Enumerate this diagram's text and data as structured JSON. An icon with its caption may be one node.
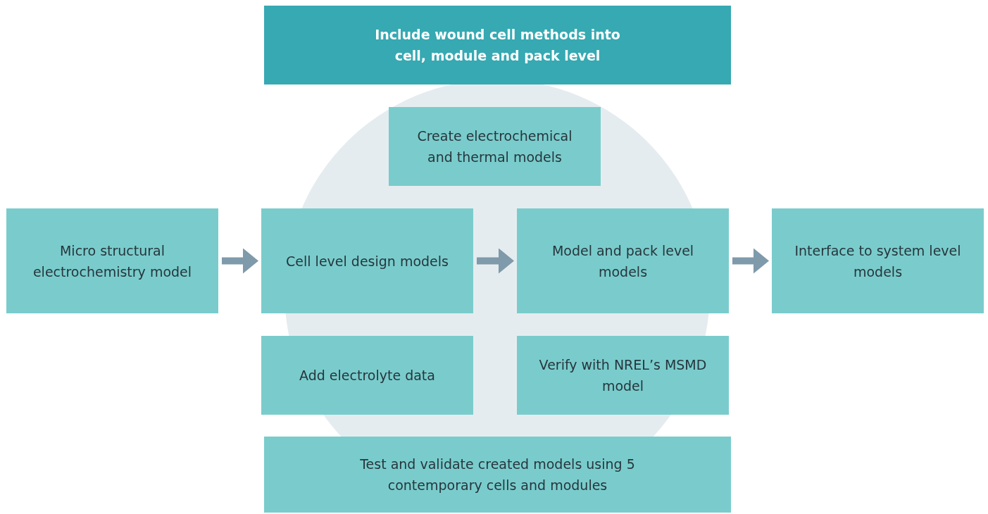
{
  "diagram": {
    "nodes": [
      {
        "text": [
          "Include wound cell methods into cell, module and pack level"
        ]
      },
      {
        "text": [
          "Create electrochemical and thermal models"
        ]
      },
      {
        "text": [
          "Micro structural electrochemistry model"
        ]
      },
      {
        "text": [
          "Cell level design models"
        ]
      },
      {
        "text": [
          "Model and pack level models"
        ]
      },
      {
        "text": [
          "Interface to system level models"
        ]
      },
      {
        "text": [
          "Add electrolyte data"
        ]
      },
      {
        "text": [
          "Verify with NREL’s MSMD model"
        ]
      },
      {
        "text": [
          "Test and validate created models using 5 contemporary cells and modules"
        ]
      }
    ],
    "edges": [
      {
        "from": 2,
        "to": 3,
        "arrow": "to"
      },
      {
        "from": 3,
        "to": 4,
        "arrow": "to"
      },
      {
        "from": 4,
        "to": 5,
        "arrow": "to"
      }
    ]
  }
}
